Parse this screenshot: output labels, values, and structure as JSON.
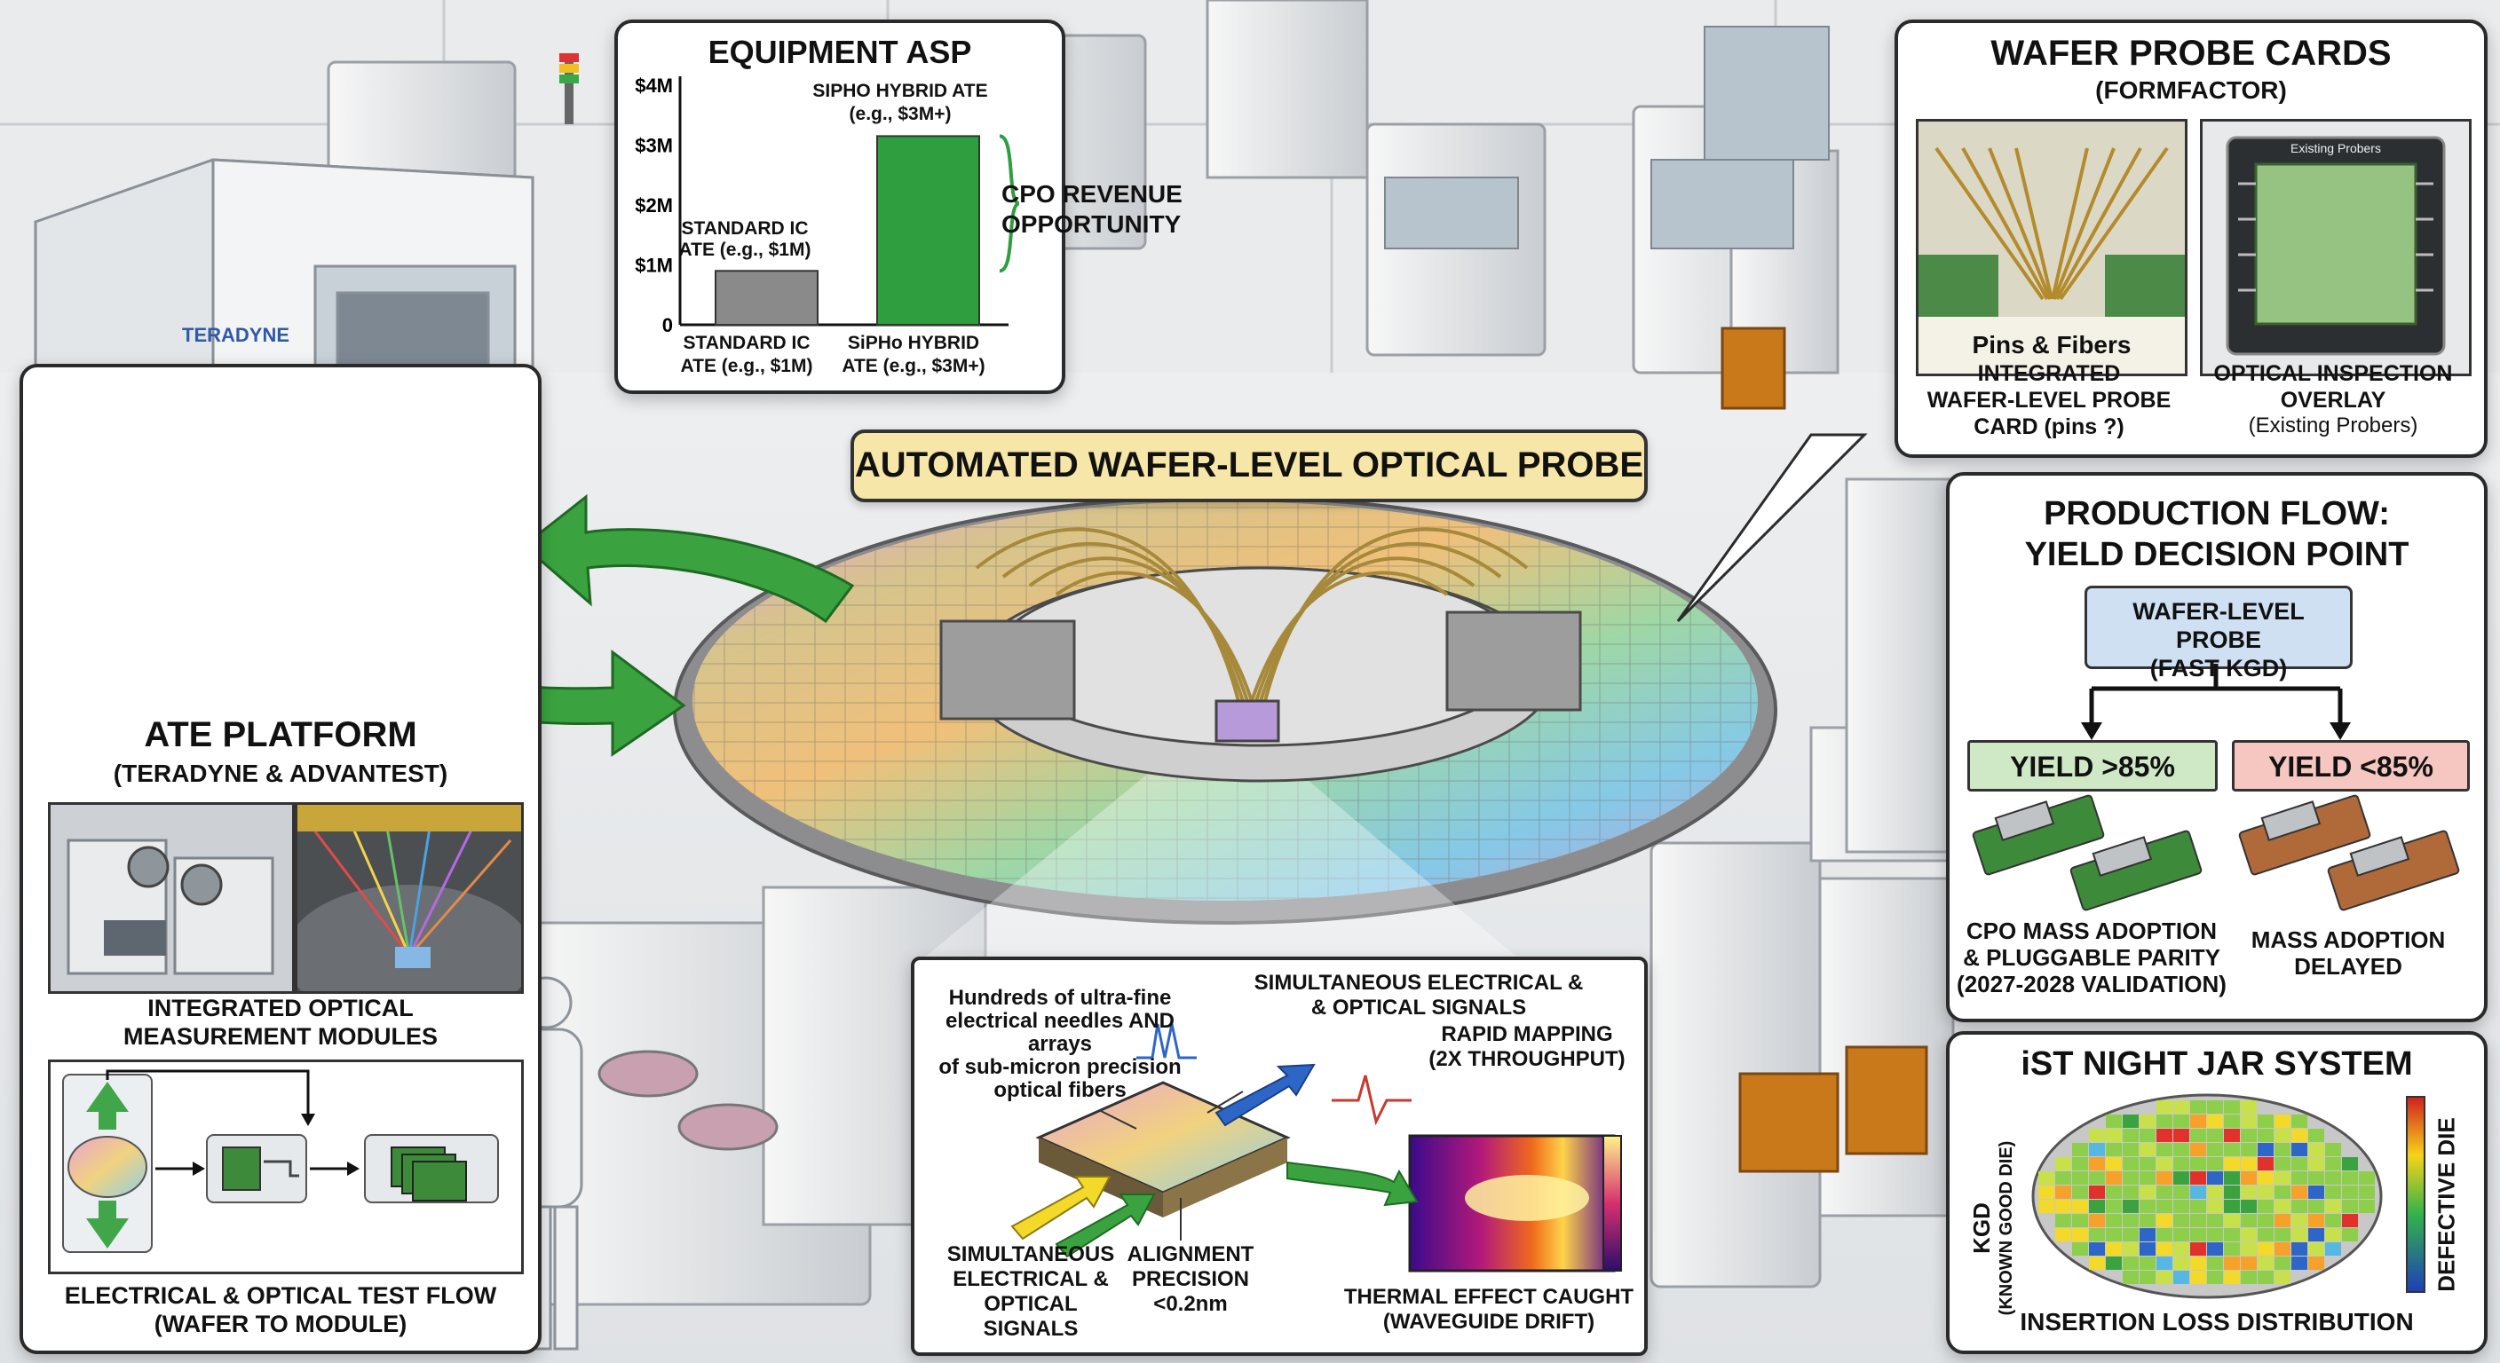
{
  "colors": {
    "green": "#2e9e3e",
    "accent_yellow": "#f6e7a8",
    "blue_box": "#cfe0f3",
    "green_box": "#cfe9c6",
    "red_box": "#f6c6c0",
    "brand_blue": "#2f5aa8"
  },
  "center_banner": "AUTOMATED WAFER-LEVEL OPTICAL PROBE",
  "equipment_asp": {
    "title": "EQUIPMENT ASP",
    "y_ticks": [
      "$4M",
      "$3M",
      "$2M",
      "$1M",
      "0"
    ],
    "bar1_label_top": "STANDARD IC\nATE (e.g., $1M)",
    "bar2_label_top": "SIPHO HYBRID ATE\n(e.g., $3M+)",
    "x_label_1": "STANDARD IC\nATE (e.g., $1M)",
    "x_label_2": "SiPHo HYBRID\nATE (e.g., $3M+)",
    "brace_label": "CPO REVENUE\nOPPORTUNITY"
  },
  "chart_data": {
    "type": "bar",
    "title": "EQUIPMENT ASP",
    "categories": [
      "STANDARD IC ATE (e.g., $1M)",
      "SiPHo HYBRID ATE (e.g., $3M+)"
    ],
    "values": [
      0.9,
      3.15
    ],
    "ylim": [
      0,
      4
    ],
    "yticks": [
      "0",
      "$1M",
      "$2M",
      "$3M",
      "$4M"
    ],
    "colors": [
      "#8a8a8a",
      "#2e9e3e"
    ]
  },
  "probe_cards": {
    "title": "WAFER PROBE CARDS",
    "subtitle": "(FORMFACTOR)",
    "img1_caption": "Pins & Fibers",
    "img2_caption": "Existing Probers",
    "caption1": "INTEGRATED\nWAFER-LEVEL PROBE\nCARD (pins ?)",
    "caption2_bold": "OPTICAL INSPECTION\nOVERLAY",
    "caption2_normal": "(Existing Probers)"
  },
  "production_flow": {
    "title": "PRODUCTION FLOW:\nYIELD DECISION POINT",
    "probe_box": "WAFER-LEVEL PROBE\n(FAST KGD)",
    "yield_high": "YIELD >85%",
    "yield_low": "YIELD <85%",
    "outcome_high": "CPO MASS ADOPTION\n& PLUGGABLE PARITY\n(2027-2028 VALIDATION)",
    "outcome_low": "MASS ADOPTION\nDELAYED"
  },
  "night_jar": {
    "title": "iST NIGHT JAR SYSTEM",
    "left_label": "KGD",
    "left_sub": "(KNOWN GOOD DIE)",
    "right_label": "DEFECTIVE DIE",
    "caption": "INSERTION LOSS DISTRIBUTION"
  },
  "ate_platform": {
    "title": "ATE PLATFORM",
    "subtitle": "(TERADYNE & ADVANTEST)",
    "modules_caption": "INTEGRATED OPTICAL\nMEASUREMENT MODULES",
    "flow_caption": "ELECTRICAL & OPTICAL TEST FLOW\n(WAFER TO MODULE)"
  },
  "teradyne_label": "TERADYNE",
  "detail": {
    "needles": "Hundreds of ultra-fine\nelectrical needles AND arrays\nof sub-micron precision\noptical fibers",
    "simultaneous_top": "SIMULTANEOUS ELECTRICAL &\n& OPTICAL SIGNALS",
    "rapid": "RAPID MAPPING\n(2X THROUGHPUT)",
    "simultaneous_bottom": "SIMULTANEOUS\nELECTRICAL & OPTICAL\nSIGNALS",
    "alignment": "ALIGNMENT\nPRECISION\n<0.2nm",
    "thermal": "THERMAL EFFECT CAUGHT\n(WAVEGUIDE DRIFT)"
  }
}
